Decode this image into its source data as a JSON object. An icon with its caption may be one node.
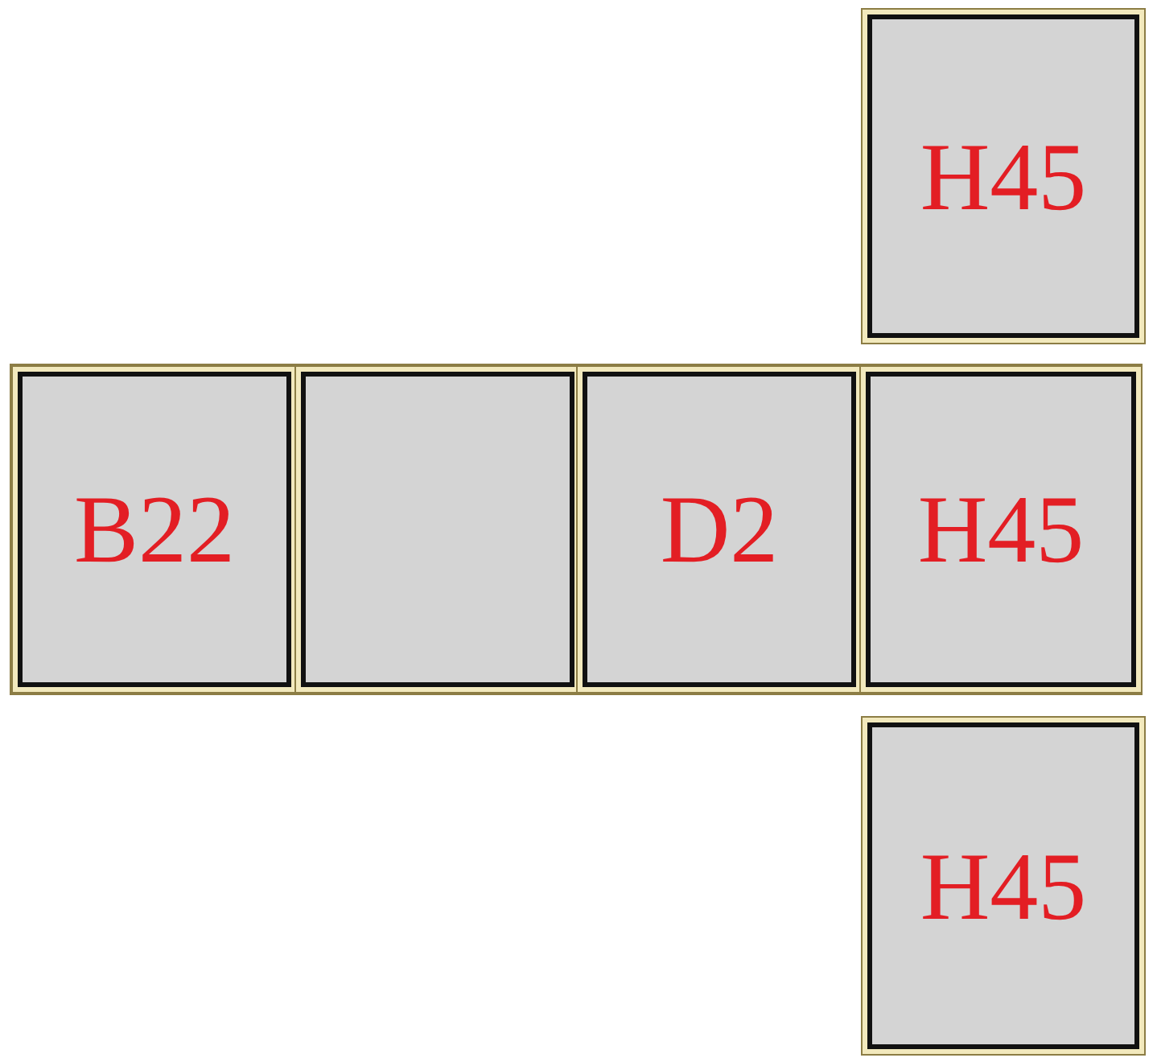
{
  "diagram": {
    "nodes": [
      {
        "text": [
          "H45"
        ]
      },
      {
        "text": [
          "B22"
        ]
      },
      {
        "text": [],
        "shape": "box"
      },
      {
        "text": [
          "D2"
        ]
      },
      {
        "text": [
          "H45"
        ]
      },
      {
        "text": [
          "H45"
        ]
      }
    ]
  }
}
